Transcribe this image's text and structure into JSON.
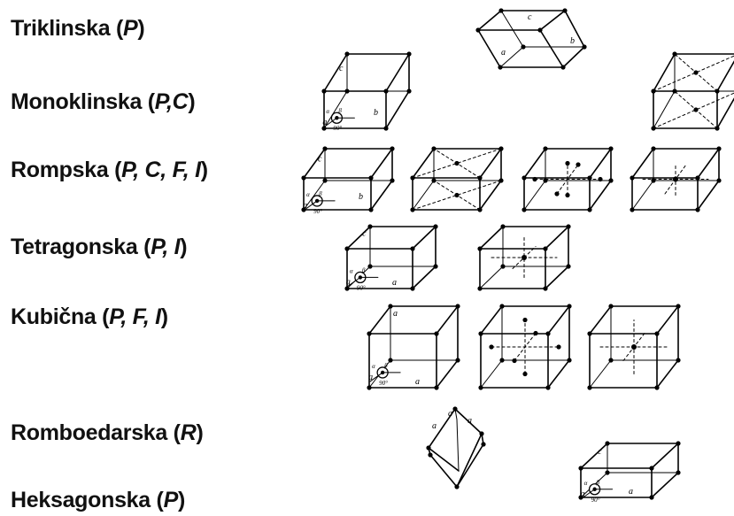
{
  "rows": [
    {
      "name": "Triklinska",
      "lattice": "P"
    },
    {
      "name": "Monoklinska",
      "lattice": "P,C"
    },
    {
      "name": "Rompska",
      "lattice": "P, C, F, I"
    },
    {
      "name": "Tetragonska",
      "lattice": "P, I"
    },
    {
      "name": "Kubična",
      "lattice": "P, F, I"
    },
    {
      "name": "Romboedarska",
      "lattice": "R"
    },
    {
      "name": "Heksagonska",
      "lattice": "P"
    }
  ],
  "axis_labels": {
    "a": "a",
    "b": "b",
    "c": "c"
  },
  "angle_labels": {
    "alpha": "α",
    "beta": "β",
    "gamma": "γ",
    "deg90": "90°"
  }
}
